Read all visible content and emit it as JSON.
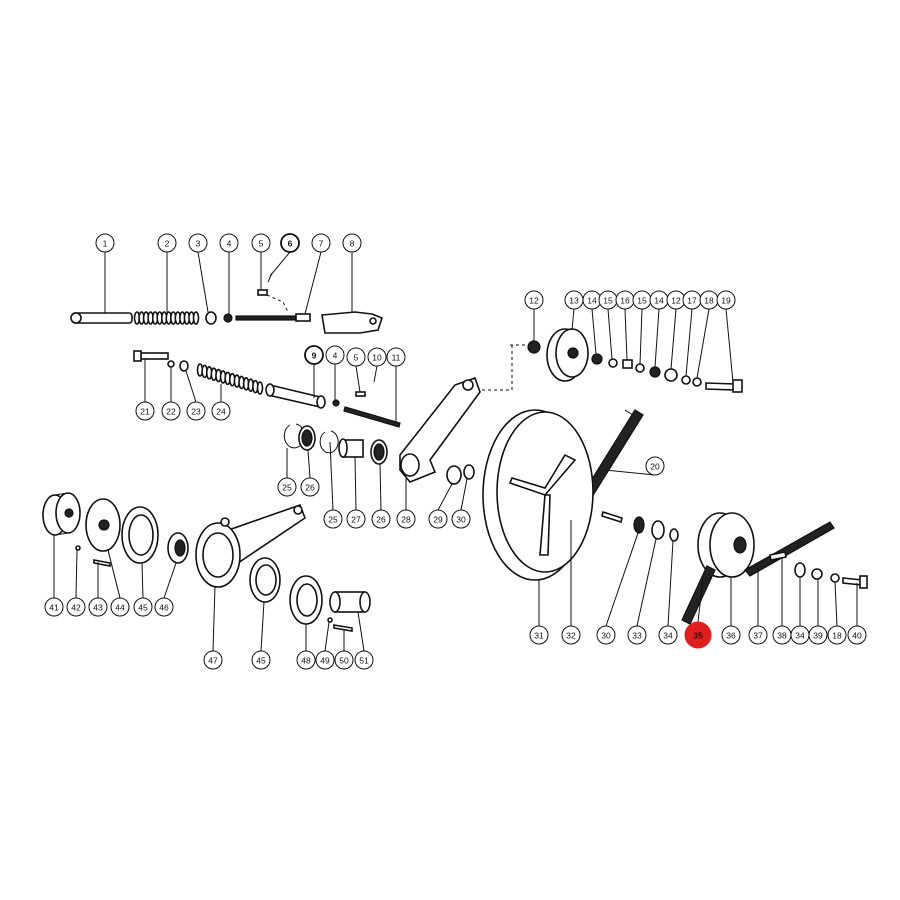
{
  "diagram": {
    "highlight_color": "#e01e1e",
    "callouts": [
      {
        "label": "1"
      },
      {
        "label": "2"
      },
      {
        "label": "3"
      },
      {
        "label": "4"
      },
      {
        "label": "5"
      },
      {
        "label": "6",
        "bold": true
      },
      {
        "label": "7"
      },
      {
        "label": "8"
      },
      {
        "label": "9",
        "bold": true
      },
      {
        "label": "4"
      },
      {
        "label": "5"
      },
      {
        "label": "10"
      },
      {
        "label": "11"
      },
      {
        "label": "21"
      },
      {
        "label": "22"
      },
      {
        "label": "23"
      },
      {
        "label": "24"
      },
      {
        "label": "25"
      },
      {
        "label": "26"
      },
      {
        "label": "25"
      },
      {
        "label": "27"
      },
      {
        "label": "26"
      },
      {
        "label": "28"
      },
      {
        "label": "29"
      },
      {
        "label": "30"
      },
      {
        "label": "12"
      },
      {
        "label": "13"
      },
      {
        "label": "14"
      },
      {
        "label": "15"
      },
      {
        "label": "16"
      },
      {
        "label": "15"
      },
      {
        "label": "14"
      },
      {
        "label": "12"
      },
      {
        "label": "17"
      },
      {
        "label": "18"
      },
      {
        "label": "19"
      },
      {
        "label": "20"
      },
      {
        "label": "41"
      },
      {
        "label": "42"
      },
      {
        "label": "43"
      },
      {
        "label": "44"
      },
      {
        "label": "45"
      },
      {
        "label": "46"
      },
      {
        "label": "47"
      },
      {
        "label": "45"
      },
      {
        "label": "48"
      },
      {
        "label": "49"
      },
      {
        "label": "50"
      },
      {
        "label": "51"
      },
      {
        "label": "31"
      },
      {
        "label": "32"
      },
      {
        "label": "30"
      },
      {
        "label": "33"
      },
      {
        "label": "34"
      },
      {
        "label": "35",
        "highlight": true
      },
      {
        "label": "36"
      },
      {
        "label": "37"
      },
      {
        "label": "38"
      },
      {
        "label": "34"
      },
      {
        "label": "39"
      },
      {
        "label": "18"
      },
      {
        "label": "40"
      }
    ]
  }
}
